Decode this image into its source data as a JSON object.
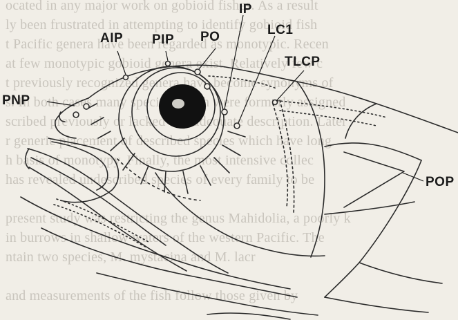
{
  "background_text": [
    "ocated in any major work on gobioid fishes. As a result",
    "ly been frustrated in attempting to identify gobioid fish",
    "t Pacific genera have been regarded as monotypic. Recen",
    "at few monotypic gobioid genera exist. Relatively few c",
    "t previously recognized genera have become synonyms of",
    "s. In both cases many species which were formerly assigned",
    "scribed previously or lacked any adequate description. Later",
    "r generic placement of described species which have long",
    "h basis of monotypy. Finally, the most intensive collec",
    "has revealed undescribed species of every family to be",
    "",
    "present study was restricting the genus Mahidolia, a poorly k",
    "in burrows in shallow waters of the western Pacific. The",
    "ntain two species, M. mystacina and M. lacr",
    "",
    "and measurements of the fish follow those given by",
    ""
  ],
  "labels": {
    "ip": "IP",
    "lc1": "LC1",
    "aip": "AIP",
    "pip": "PIP",
    "po": "PO",
    "tlcp": "TLCP",
    "pnp": "PNP",
    "pop": "POP"
  }
}
